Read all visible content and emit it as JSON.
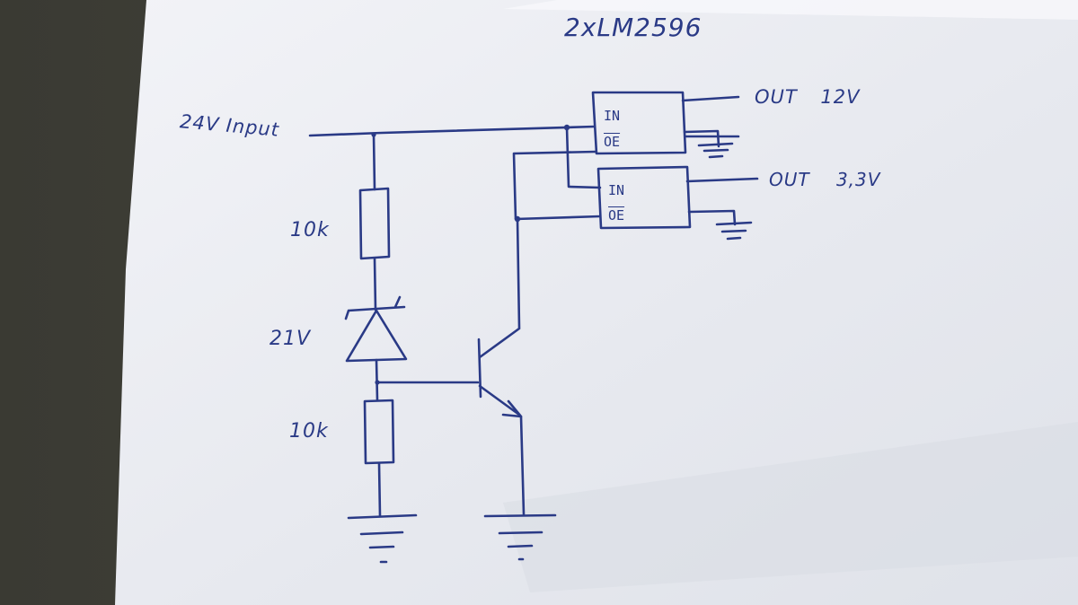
{
  "title": "2xLM2596",
  "input_label": "24V Input",
  "resistor_top_label": "10k",
  "zener_label": "21V",
  "resistor_bottom_label": "10k",
  "regulator_1": {
    "pin_in": "IN",
    "pin_oe": "OE",
    "output_label": "OUT 12V"
  },
  "regulator_2": {
    "pin_in": "IN",
    "pin_oe": "OE",
    "output_label": "OUT 3,3V"
  },
  "colors": {
    "ink": "#2a3a86",
    "paper": "#eceef2",
    "table": "#3f3f37"
  }
}
